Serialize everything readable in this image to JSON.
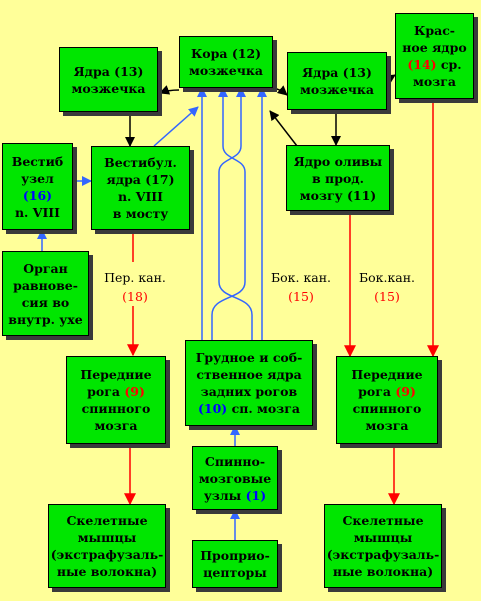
{
  "nodes": {
    "cerebellum_nuclei_left": {
      "line1": "Ядра  (13)",
      "line2": "мозжечка"
    },
    "cerebellar_cortex": {
      "line1": "Кора (12)",
      "line2": "мозжечка"
    },
    "cerebellum_nuclei_right": {
      "line1": "Ядра (13)",
      "line2": "мозжечка"
    },
    "red_nucleus": {
      "line1": "Крас-",
      "line2": "ное ядро",
      "line3_num": "(14)",
      "line3_rest": " ср.",
      "line4": "мозга"
    },
    "vestibular_ganglion": {
      "line1": "Вестиб",
      "line2": "узел",
      "line3_num": "(16)",
      "line4": "n. VIII"
    },
    "vestibular_nuclei": {
      "line1": "Вестибул.",
      "line2": "ядра (17)",
      "line3": "n. VIII",
      "line4": "в мосту"
    },
    "olive_nucleus": {
      "line1": "Ядро оливы",
      "line2": "в прод.",
      "line3": "мозгу (11)"
    },
    "equilibrium_organ": {
      "line1": "Орган",
      "line2": "равнове-",
      "line3": "сия во",
      "line4": "внутр. ухе"
    },
    "anterior_horns_left": {
      "line1": "Передние",
      "line2_pre": "рога ",
      "line2_num": "(9)",
      "line3": "спинного",
      "line4": "мозга"
    },
    "thoracic_nucleus": {
      "line1": "Грудное и соб-",
      "line2": "ственное ядра",
      "line3": "задних рогов",
      "line4_num": "(10)",
      "line4_rest": "  сп. мозга"
    },
    "anterior_horns_right": {
      "line1": "Передние",
      "line2_pre": "рога ",
      "line2_num": "(9)",
      "line3": "спинного",
      "line4": "мозга"
    },
    "spinal_ganglia": {
      "line1": "Спинно-",
      "line2": "мозговые",
      "line3_pre": "узлы ",
      "line3_num": "(1)"
    },
    "skeletal_muscles_left": {
      "line1": "Скелетные",
      "line2": "мышцы",
      "line3": "(экстрафузаль-",
      "line4": "ные волокна)"
    },
    "proprioceptors": {
      "line1": "Проприо-",
      "line2": "цепторы"
    },
    "skeletal_muscles_right": {
      "line1": "Скелетные",
      "line2": "мышцы",
      "line3": "(экстрафузаль-",
      "line4": "ные волокна)"
    }
  },
  "labels": {
    "vestibulospinal": {
      "name": "Пер. кан.",
      "num": "(18)"
    },
    "lateral_canal_middle": {
      "name": "Бок. кан.",
      "num": "(15)"
    },
    "lateral_canal_right": {
      "name": "Бок.кан.",
      "num": "(15)"
    }
  },
  "colors": {
    "background": "#FFFF99",
    "box": "#00E600",
    "red": "#FF0000",
    "blue": "#3366FF",
    "black": "#000000",
    "number_red": "#FF0000",
    "number_blue": "#0000FF"
  }
}
